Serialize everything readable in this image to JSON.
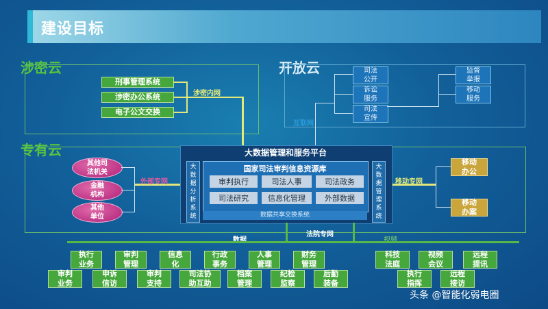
{
  "title": "建设目标",
  "clouds": {
    "secret": {
      "label": "涉密云",
      "systems": [
        "刑事管理系统",
        "涉密办公系统",
        "电子公文交换"
      ],
      "network_label": "涉密内网"
    },
    "open": {
      "label": "开放云",
      "services": [
        "司法\n公开",
        "诉讼\n服务",
        "司法\n宣传",
        "监督\n举报",
        "移动\n服务"
      ],
      "network_label": "互联网"
    },
    "private": {
      "label": "专有云",
      "external": [
        "其他司\n法机关",
        "金融\n机构",
        "其他\n单位"
      ],
      "external_label": "外部专网",
      "mobile_label": "移动专网",
      "mobile": [
        "移动\n办公",
        "移动\n办案"
      ]
    }
  },
  "platform": {
    "title": "大数据管理和服务平台",
    "left_col": "大\n数\n据\n分\n析\n系\n统",
    "right_col": "大\n数\n据\n管\n理\n系\n统",
    "resource_title": "国家司法审判信息资源库",
    "cells": [
      "审判执行",
      "司法人事",
      "司法政务",
      "司法研究",
      "信息化管理",
      "外部数据"
    ],
    "exchange": "数据共享交换系统"
  },
  "bottom": {
    "network_label": "法院专网",
    "data_label": "数据",
    "video_label": "视频",
    "data_row1": [
      "执行\n业务",
      "审判\n管理",
      "信息\n化",
      "行政\n事务",
      "人事\n管理",
      "财务\n管理"
    ],
    "data_row2": [
      "审判\n业务",
      "申诉\n信访",
      "审判\n支持",
      "司法协\n助互助",
      "档案\n管理",
      "纪检\n监察",
      "后勤\n装备"
    ],
    "video_row1": [
      "科技\n法庭",
      "视频\n会议",
      "远程\n提讯"
    ],
    "video_row2": [
      "执行\n指挥",
      "远程\n接访"
    ]
  },
  "watermark": "头条 @智能化弱电圈"
}
